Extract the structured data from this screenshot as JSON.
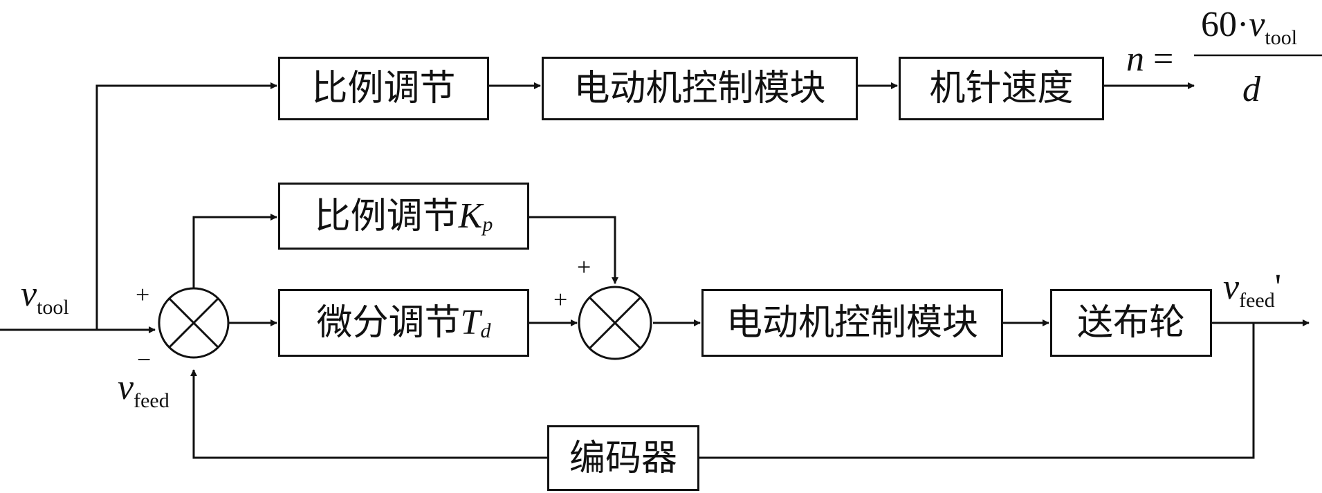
{
  "blocks": {
    "top_proportional": "比例调节",
    "top_motor": "电动机控制模块",
    "top_needle_speed": "机针速度",
    "mid_proportional": "比例调节",
    "mid_proportional_symbol": "K",
    "mid_proportional_symbol_sub": "p",
    "derivative": "微分调节",
    "derivative_symbol": "T",
    "derivative_symbol_sub": "d",
    "bottom_motor": "电动机控制模块",
    "feed_wheel": "送布轮",
    "encoder": "编码器"
  },
  "labels": {
    "v_tool_var": "v",
    "v_tool_sub": "tool",
    "v_feed_var": "v",
    "v_feed_sub": "feed",
    "v_feed_out_var": "v",
    "v_feed_out_sub": "feed",
    "v_feed_out_prime": "'",
    "sum1_plus": "+",
    "sum1_minus": "−",
    "sum2_plus_top": "+",
    "sum2_plus_left": "+"
  },
  "formula": {
    "lhs_var": "n",
    "equals": "=",
    "numerator_const": "60",
    "numerator_dot": "·",
    "numerator_var": "v",
    "numerator_sub": "tool",
    "denominator": "d"
  }
}
